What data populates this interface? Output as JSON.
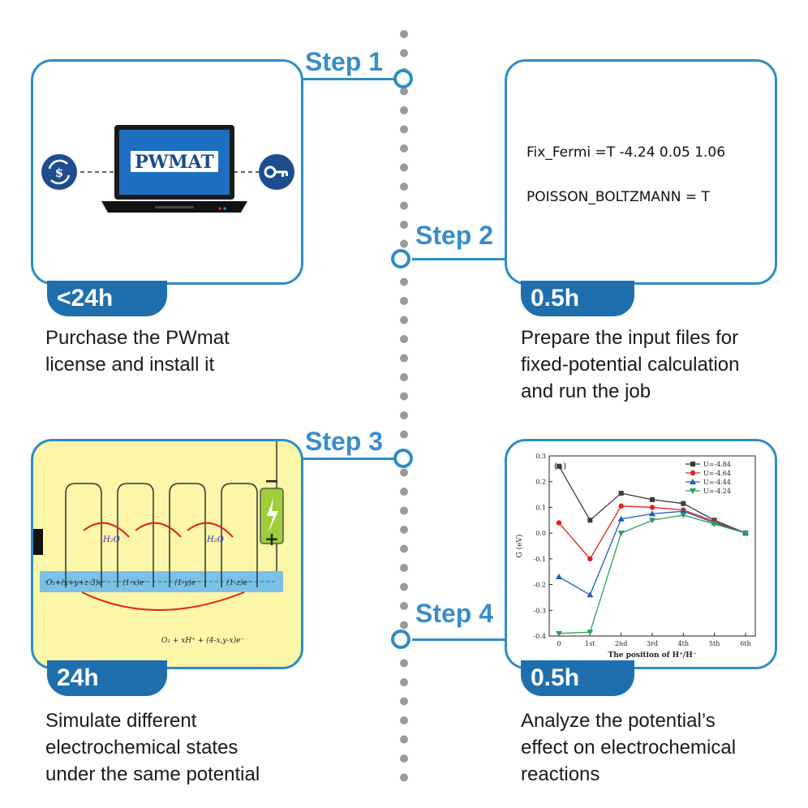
{
  "steps": [
    {
      "label": "Step 1",
      "time": "<24h",
      "caption_lines": [
        "Purchase the PWmat",
        "license and install it"
      ]
    },
    {
      "label": "Step 2",
      "time": "0.5h",
      "caption_lines": [
        "Prepare the input files for",
        "fixed-potential calculation",
        "and run the job"
      ],
      "code_lines": [
        "Fix_Fermi =T -4.24 0.05 1.06",
        "POISSON_BOLTZMANN = T"
      ]
    },
    {
      "label": "Step 3",
      "time": "24h",
      "caption_lines": [
        "Simulate different",
        "electrochemical states",
        "under the same potential"
      ]
    },
    {
      "label": "Step 4",
      "time": "0.5h",
      "caption_lines": [
        "Analyze the potential’s",
        "effect on electrochemical",
        "reactions"
      ]
    }
  ],
  "laptop": {
    "screen_text": "PWMAT",
    "left_icon": "dollar-refresh-icon",
    "right_icon": "key-icon"
  },
  "mechanism": {
    "equation_bottom": "O₂ + 𝑥H⁺ + (4-𝑥,𝑦-𝑥)e⁻",
    "label_left": "O₂+(x+y+z-3)e⁻",
    "labels": [
      "(1-x)e⁻",
      "(1-y)e⁻",
      "(1-z)e⁻"
    ],
    "species": "H₂O",
    "battery_minus": "−",
    "battery_plus": "+"
  },
  "colors": {
    "accent": "#2f8cc4",
    "tab": "#1f6fae",
    "black": "#3a3a3a",
    "red": "#e02020",
    "blue": "#1f5fb0",
    "green": "#2e9e5a"
  },
  "chart_data": {
    "type": "line",
    "panel_label": "(a)",
    "categories": [
      "0",
      "1st",
      "2nd",
      "3rd",
      "4th",
      "5th",
      "6th"
    ],
    "xlabel": "The position of H⁺/H⁻",
    "ylabel": "G (eV)",
    "ylim": [
      -0.4,
      0.3
    ],
    "yticks": [
      "0.3",
      "0.2",
      "0.1",
      "0.0",
      "-0.1",
      "-0.2",
      "-0.3",
      "-0.4"
    ],
    "legend_position": "top-right",
    "series": [
      {
        "name": "U=-4.84",
        "color": "#3a3a3a",
        "marker": "square",
        "values": [
          0.26,
          0.05,
          0.155,
          0.13,
          0.115,
          0.05,
          0.0
        ]
      },
      {
        "name": "U=-4.64",
        "color": "#e02020",
        "marker": "circle",
        "values": [
          0.04,
          -0.1,
          0.105,
          0.1,
          0.09,
          0.045,
          0.0
        ]
      },
      {
        "name": "U=-4.44",
        "color": "#1f5fb0",
        "marker": "triangle-up",
        "values": [
          -0.17,
          -0.24,
          0.055,
          0.075,
          0.085,
          0.04,
          0.0
        ]
      },
      {
        "name": "U=-4.24",
        "color": "#2e9e5a",
        "marker": "triangle-down",
        "values": [
          -0.39,
          -0.385,
          0.0,
          0.05,
          0.07,
          0.035,
          0.0
        ]
      }
    ]
  }
}
